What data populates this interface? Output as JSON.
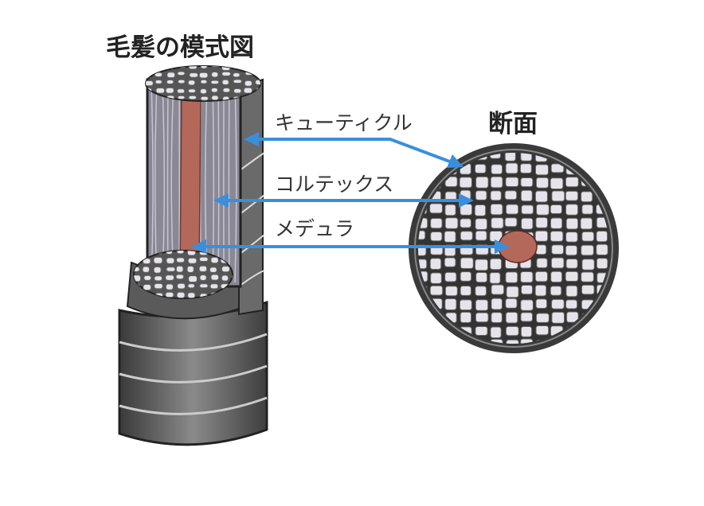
{
  "title": "毛髪の模式図",
  "section_title": "断面",
  "labels": {
    "cuticle": "キューティクル",
    "cortex": "コルテックス",
    "medulla": "メデュラ"
  },
  "colors": {
    "arrow": "#3a8fdc",
    "medulla": "#b4685a",
    "cuticle": "#4a4a4a",
    "cortex": "#8a8894",
    "cell": "#e6e4ea"
  }
}
